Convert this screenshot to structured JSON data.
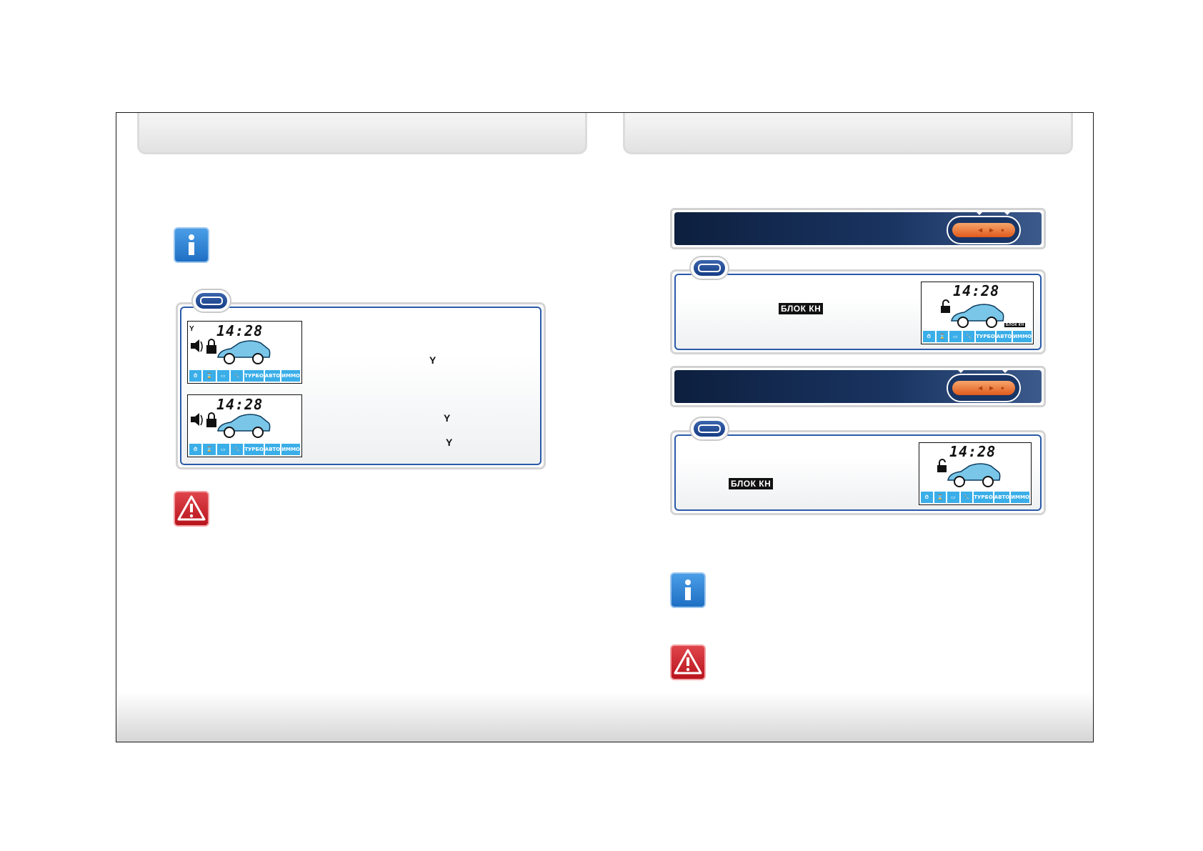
{
  "lcd": {
    "time": "14:28",
    "bar_labels": [
      "⏱",
      "⌛",
      "▭",
      "🔧",
      "ТУРБО",
      "АВТО",
      "ИММО"
    ]
  },
  "right": {
    "block1_label": "БЛОК КН",
    "block2_label": "БЛОК КН"
  },
  "symbols": {
    "antenna": "Y"
  },
  "colors": {
    "panel_border": "#2a5aa7",
    "band_dark": "#0d1f3e",
    "lcd_icon_bar": "#3aaee8",
    "info_icon": "#1f6fc4",
    "warning_icon": "#b8141c",
    "remote_button": "#e05a1c"
  }
}
